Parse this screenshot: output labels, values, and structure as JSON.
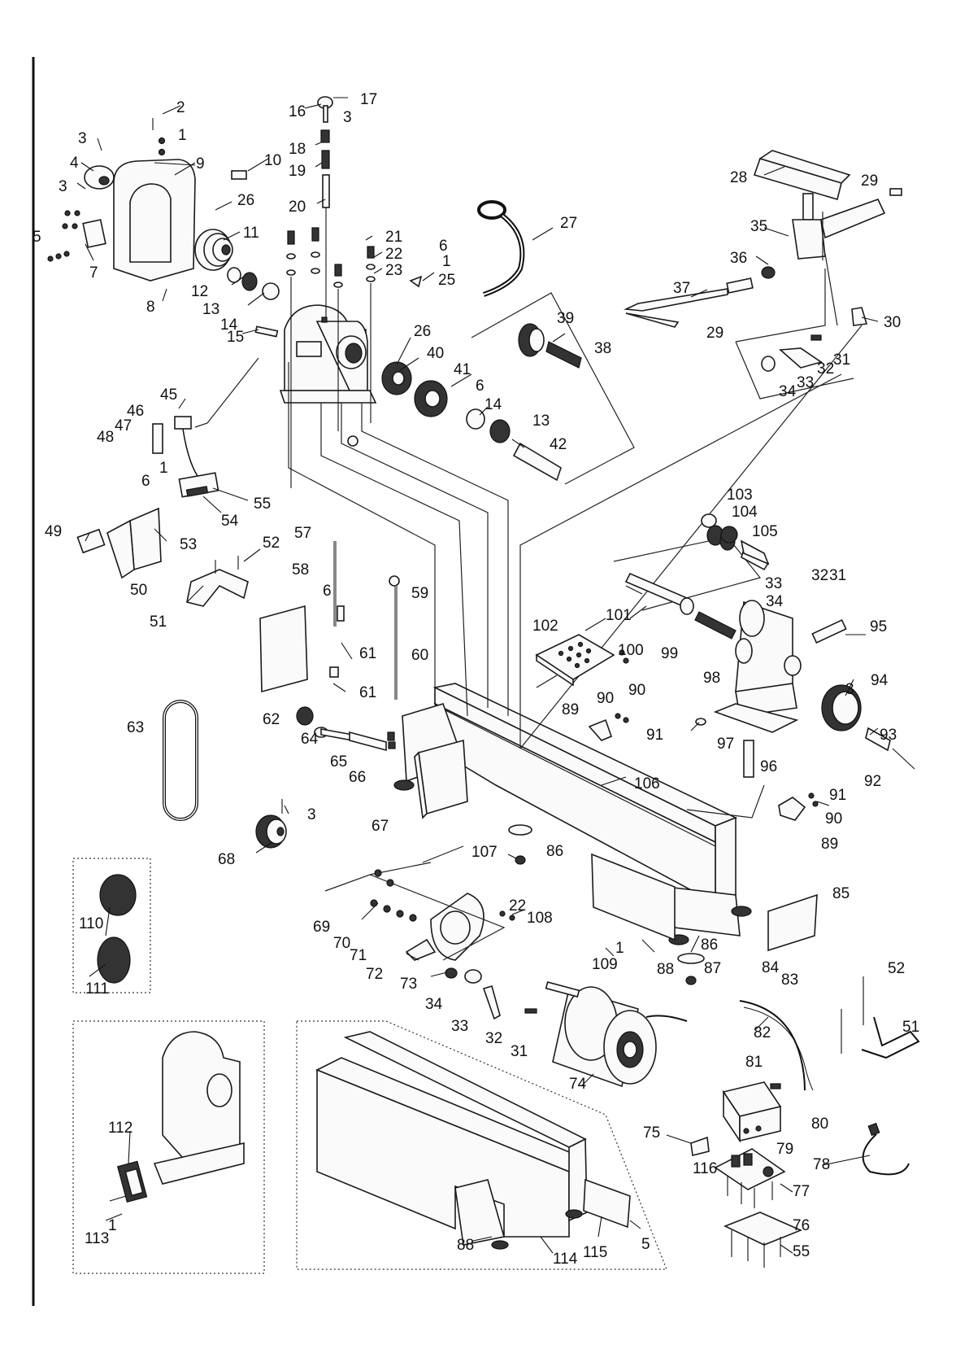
{
  "diagram": {
    "labels": [
      {
        "id": "l2",
        "text": "2"
      },
      {
        "id": "l1a",
        "text": "1"
      },
      {
        "id": "l3a",
        "text": "3"
      },
      {
        "id": "l4",
        "text": "4"
      },
      {
        "id": "l9",
        "text": "9"
      },
      {
        "id": "l10",
        "text": "10"
      },
      {
        "id": "l3b",
        "text": "3"
      },
      {
        "id": "l5a",
        "text": "5"
      },
      {
        "id": "l7",
        "text": "7"
      },
      {
        "id": "l8",
        "text": "8"
      },
      {
        "id": "l26a",
        "text": "26"
      },
      {
        "id": "l11",
        "text": "11"
      },
      {
        "id": "l12",
        "text": "12"
      },
      {
        "id": "l13a",
        "text": "13"
      },
      {
        "id": "l14a",
        "text": "14"
      },
      {
        "id": "l15",
        "text": "15"
      },
      {
        "id": "l16",
        "text": "16"
      },
      {
        "id": "l17",
        "text": "17"
      },
      {
        "id": "l3c",
        "text": "3"
      },
      {
        "id": "l18",
        "text": "18"
      },
      {
        "id": "l19",
        "text": "19"
      },
      {
        "id": "l20",
        "text": "20"
      },
      {
        "id": "l21",
        "text": "21"
      },
      {
        "id": "l22a",
        "text": "22"
      },
      {
        "id": "l23",
        "text": "23"
      },
      {
        "id": "l6a",
        "text": "6"
      },
      {
        "id": "l1b",
        "text": "1"
      },
      {
        "id": "l25",
        "text": "25"
      },
      {
        "id": "l27",
        "text": "27"
      },
      {
        "id": "l28",
        "text": "28"
      },
      {
        "id": "l29a",
        "text": "29"
      },
      {
        "id": "l35",
        "text": "35"
      },
      {
        "id": "l36",
        "text": "36"
      },
      {
        "id": "l37",
        "text": "37"
      },
      {
        "id": "l29b",
        "text": "29"
      },
      {
        "id": "l30",
        "text": "30"
      },
      {
        "id": "l31a",
        "text": "31"
      },
      {
        "id": "l32a",
        "text": "32"
      },
      {
        "id": "l33a",
        "text": "33"
      },
      {
        "id": "l34a",
        "text": "34"
      },
      {
        "id": "l39",
        "text": "39"
      },
      {
        "id": "l38",
        "text": "38"
      },
      {
        "id": "l26b",
        "text": "26"
      },
      {
        "id": "l40",
        "text": "40"
      },
      {
        "id": "l41",
        "text": "41"
      },
      {
        "id": "l6b",
        "text": "6"
      },
      {
        "id": "l14b",
        "text": "14"
      },
      {
        "id": "l13b",
        "text": "13"
      },
      {
        "id": "l42",
        "text": "42"
      },
      {
        "id": "l45",
        "text": "45"
      },
      {
        "id": "l46",
        "text": "46"
      },
      {
        "id": "l47",
        "text": "47"
      },
      {
        "id": "l48",
        "text": "48"
      },
      {
        "id": "l1c",
        "text": "1"
      },
      {
        "id": "l6c",
        "text": "6"
      },
      {
        "id": "l55a",
        "text": "55"
      },
      {
        "id": "l54",
        "text": "54"
      },
      {
        "id": "l49",
        "text": "49"
      },
      {
        "id": "l53",
        "text": "53"
      },
      {
        "id": "l50",
        "text": "50"
      },
      {
        "id": "l52a",
        "text": "52"
      },
      {
        "id": "l51a",
        "text": "51"
      },
      {
        "id": "l57",
        "text": "57"
      },
      {
        "id": "l58",
        "text": "58"
      },
      {
        "id": "l6d",
        "text": "6"
      },
      {
        "id": "l61a",
        "text": "61"
      },
      {
        "id": "l61b",
        "text": "61"
      },
      {
        "id": "l59",
        "text": "59"
      },
      {
        "id": "l60",
        "text": "60"
      },
      {
        "id": "l62",
        "text": "62"
      },
      {
        "id": "l63",
        "text": "63"
      },
      {
        "id": "l64",
        "text": "64"
      },
      {
        "id": "l65",
        "text": "65"
      },
      {
        "id": "l66",
        "text": "66"
      },
      {
        "id": "l67",
        "text": "67"
      },
      {
        "id": "l3d",
        "text": "3"
      },
      {
        "id": "l68",
        "text": "68"
      },
      {
        "id": "l102",
        "text": "102"
      },
      {
        "id": "l100",
        "text": "100"
      },
      {
        "id": "l90a",
        "text": "90"
      },
      {
        "id": "l89a",
        "text": "89"
      },
      {
        "id": "l90b",
        "text": "90"
      },
      {
        "id": "l91a",
        "text": "91"
      },
      {
        "id": "l103",
        "text": "103"
      },
      {
        "id": "l104",
        "text": "104"
      },
      {
        "id": "l105",
        "text": "105"
      },
      {
        "id": "l101",
        "text": "101"
      },
      {
        "id": "l33b",
        "text": "33"
      },
      {
        "id": "l32b",
        "text": "32"
      },
      {
        "id": "l31b",
        "text": "31"
      },
      {
        "id": "l34b",
        "text": "34"
      },
      {
        "id": "l95",
        "text": "95"
      },
      {
        "id": "l99",
        "text": "99"
      },
      {
        "id": "l98",
        "text": "98"
      },
      {
        "id": "l3e",
        "text": "3"
      },
      {
        "id": "l94",
        "text": "94"
      },
      {
        "id": "l93",
        "text": "93"
      },
      {
        "id": "l97",
        "text": "97"
      },
      {
        "id": "l96",
        "text": "96"
      },
      {
        "id": "l92",
        "text": "92"
      },
      {
        "id": "l106",
        "text": "106"
      },
      {
        "id": "l91b",
        "text": "91"
      },
      {
        "id": "l90c",
        "text": "90"
      },
      {
        "id": "l89b",
        "text": "89"
      },
      {
        "id": "l107",
        "text": "107"
      },
      {
        "id": "l86a",
        "text": "86"
      },
      {
        "id": "l110",
        "text": "110"
      },
      {
        "id": "l111",
        "text": "111"
      },
      {
        "id": "l22b",
        "text": "22"
      },
      {
        "id": "l108",
        "text": "108"
      },
      {
        "id": "l69",
        "text": "69"
      },
      {
        "id": "l70",
        "text": "70"
      },
      {
        "id": "l71",
        "text": "71"
      },
      {
        "id": "l72",
        "text": "72"
      },
      {
        "id": "l73",
        "text": "73"
      },
      {
        "id": "l34c",
        "text": "34"
      },
      {
        "id": "l33c",
        "text": "33"
      },
      {
        "id": "l32c",
        "text": "32"
      },
      {
        "id": "l31c",
        "text": "31"
      },
      {
        "id": "l1d",
        "text": "1"
      },
      {
        "id": "l109",
        "text": "109"
      },
      {
        "id": "l88a",
        "text": "88"
      },
      {
        "id": "l86b",
        "text": "86"
      },
      {
        "id": "l87",
        "text": "87"
      },
      {
        "id": "l84",
        "text": "84"
      },
      {
        "id": "l83",
        "text": "83"
      },
      {
        "id": "l85",
        "text": "85"
      },
      {
        "id": "l52b",
        "text": "52"
      },
      {
        "id": "l51b",
        "text": "51"
      },
      {
        "id": "l82",
        "text": "82"
      },
      {
        "id": "l74",
        "text": "74"
      },
      {
        "id": "l81",
        "text": "81"
      },
      {
        "id": "l80",
        "text": "80"
      },
      {
        "id": "l79",
        "text": "79"
      },
      {
        "id": "l75",
        "text": "75"
      },
      {
        "id": "l116",
        "text": "116"
      },
      {
        "id": "l78",
        "text": "78"
      },
      {
        "id": "l77",
        "text": "77"
      },
      {
        "id": "l76",
        "text": "76"
      },
      {
        "id": "l55b",
        "text": "55"
      },
      {
        "id": "l112",
        "text": "112"
      },
      {
        "id": "l113",
        "text": "113"
      },
      {
        "id": "l1e",
        "text": "1"
      },
      {
        "id": "l88b",
        "text": "88"
      },
      {
        "id": "l114",
        "text": "114"
      },
      {
        "id": "l115",
        "text": "115"
      },
      {
        "id": "l5b",
        "text": "5"
      }
    ]
  }
}
